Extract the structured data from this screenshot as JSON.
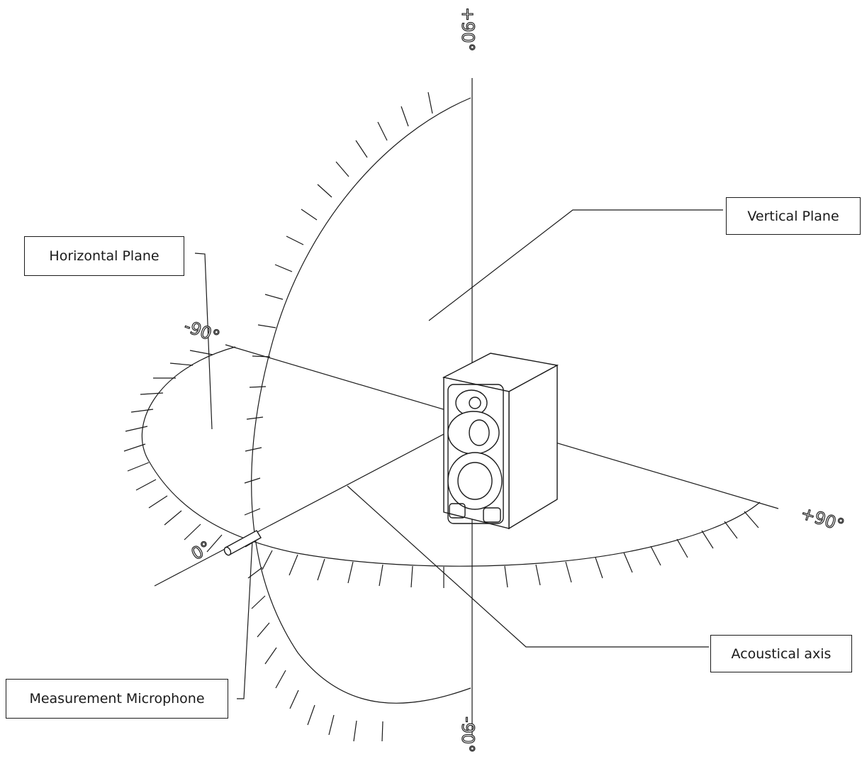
{
  "labels": {
    "horizontal_plane": "Horizontal Plane",
    "vertical_plane": "Vertical Plane",
    "acoustical_axis": "Acoustical axis",
    "measurement_microphone": "Measurement Microphone"
  },
  "angle_labels": {
    "top": "+90°",
    "bottom": "-90°",
    "left": "-90°",
    "right": "+90°",
    "front": "0°"
  },
  "colors": {
    "line": "#1a1a1a",
    "background": "#ffffff"
  }
}
